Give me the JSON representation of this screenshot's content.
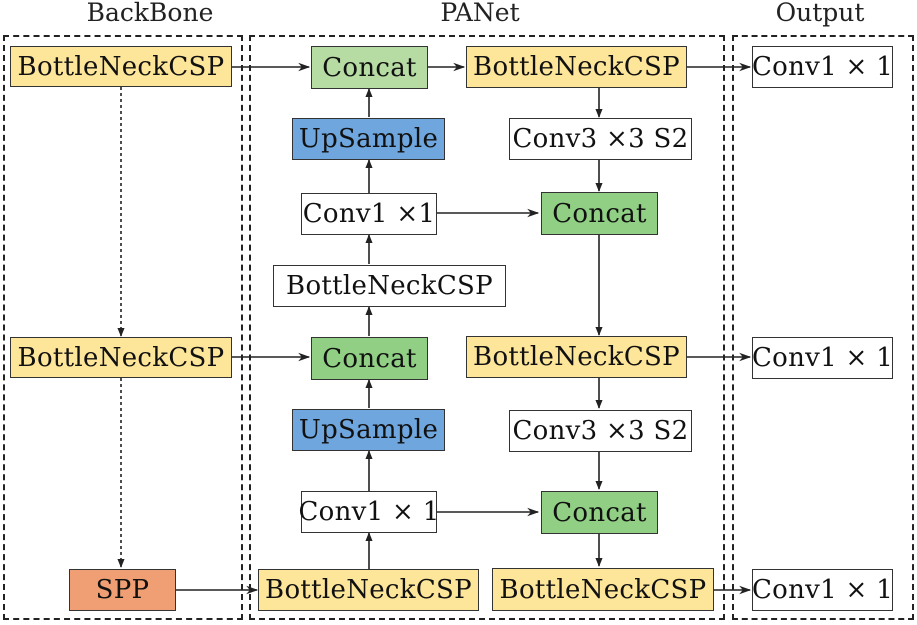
{
  "sections": {
    "backbone": {
      "title": "BackBone"
    },
    "panet": {
      "title": "PANet"
    },
    "output": {
      "title": "Output"
    }
  },
  "nodes": {
    "bb_csp1": "BottleNeckCSP",
    "bb_csp2": "BottleNeckCSP",
    "bb_spp": "SPP",
    "pa_concat1": "Concat",
    "pa_up1": "UpSample",
    "pa_conv1": "Conv1 ×1",
    "pa_csp_mid": "BottleNeckCSP",
    "pa_concat2": "Concat",
    "pa_up2": "UpSample",
    "pa_conv2": "Conv1 × 1",
    "pa_csp_bot_left": "BottleNeckCSP",
    "pa_csp_top_right": "BottleNeckCSP",
    "pa_conv3x3_1": "Conv3 ×3 S2",
    "pa_concat3": "Concat",
    "pa_csp_mid_right": "BottleNeckCSP",
    "pa_conv3x3_2": "Conv3 ×3 S2",
    "pa_concat4": "Concat",
    "pa_csp_bot_right": "BottleNeckCSP",
    "out_conv1": "Conv1 × 1",
    "out_conv2": "Conv1 × 1",
    "out_conv3": "Conv1 × 1"
  },
  "colors": {
    "yellow": "#fde59a",
    "green": "#90cf84",
    "light_green": "#b6dba3",
    "blue": "#6fa6de",
    "orange": "#ef9f73",
    "line": "#222222"
  }
}
